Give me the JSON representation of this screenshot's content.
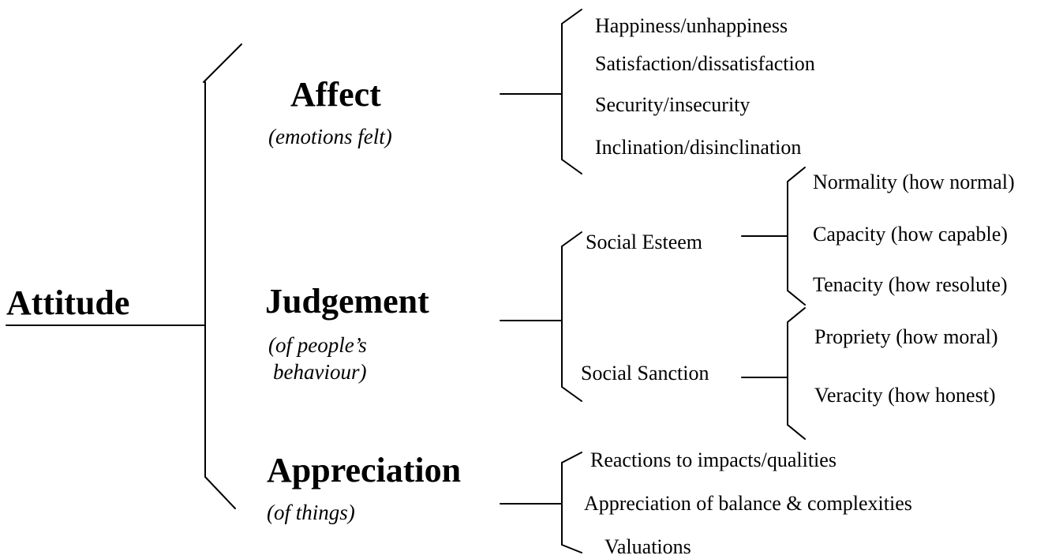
{
  "diagram": {
    "root": "Attitude",
    "affect": {
      "label": "Affect",
      "subtitle": "(emotions felt)",
      "items": [
        "Happiness/unhappiness",
        "Satisfaction/dissatisfaction",
        "Security/insecurity",
        "Inclination/disinclination"
      ]
    },
    "judgement": {
      "label": "Judgement",
      "subtitle_line1": "(of people’s",
      "subtitle_line2": "behaviour)",
      "social_esteem": {
        "label": "Social Esteem",
        "items": [
          "Normality (how normal)",
          "Capacity (how capable)",
          "Tenacity (how resolute)"
        ]
      },
      "social_sanction": {
        "label": "Social Sanction",
        "items": [
          "Propriety (how moral)",
          "Veracity (how honest)"
        ]
      }
    },
    "appreciation": {
      "label": "Appreciation",
      "subtitle": "(of things)",
      "items": [
        "Reactions to impacts/qualities",
        "Appreciation of balance & complexities",
        "Valuations"
      ]
    }
  }
}
